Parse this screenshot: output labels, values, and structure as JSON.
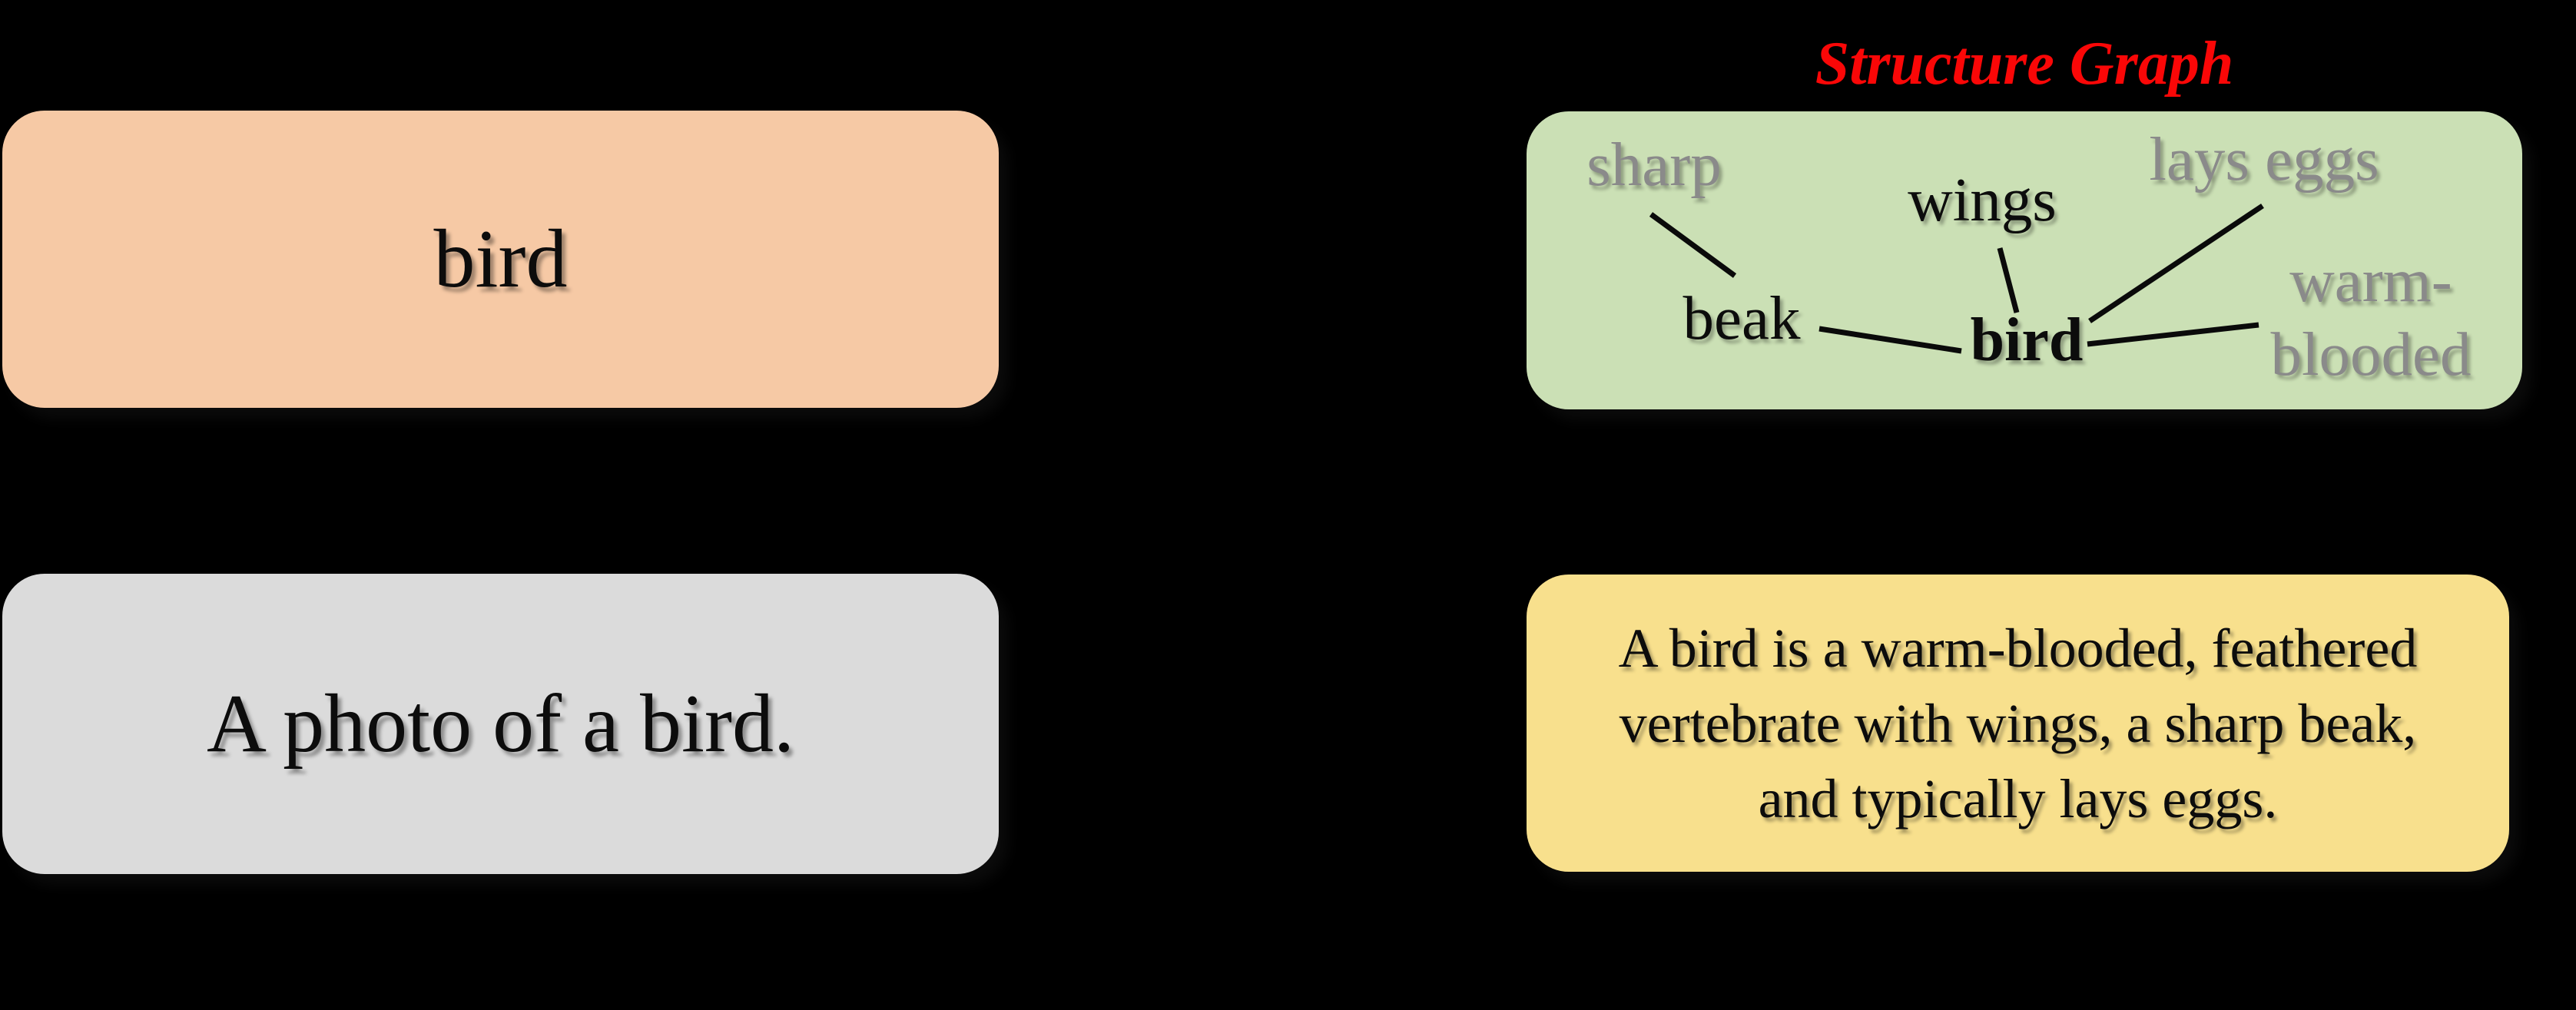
{
  "figure": {
    "background_color": "#000000"
  },
  "class_box": {
    "label": "bird",
    "bg_color": "#F6C9A5"
  },
  "prompt_box": {
    "label": "A photo of a bird.",
    "bg_color": "#DBDBDB"
  },
  "description_box": {
    "text": "A bird is a warm-blooded, feathered\nvertebrate with wings, a sharp beak,\nand typically lays eggs.",
    "bg_color": "#F8E08D"
  },
  "structure_graph": {
    "title": "Structure Graph",
    "title_color": "#FA0707",
    "panel_bg_color": "#CBE0B5",
    "muted_text_color": "#8A8A8A",
    "nodes": [
      {
        "label": "sharp",
        "muted": true,
        "role": "attribute"
      },
      {
        "label": "wings",
        "muted": false,
        "role": "part"
      },
      {
        "label": "lays eggs",
        "muted": true,
        "role": "attribute"
      },
      {
        "label": "beak",
        "muted": false,
        "role": "part"
      },
      {
        "label": "bird",
        "muted": false,
        "role": "center"
      },
      {
        "label": "warm-\nblooded",
        "muted": true,
        "role": "attribute"
      }
    ],
    "edges": [
      {
        "from": "sharp",
        "to": "beak"
      },
      {
        "from": "beak",
        "to": "bird"
      },
      {
        "from": "wings",
        "to": "bird"
      },
      {
        "from": "lays eggs",
        "to": "bird"
      },
      {
        "from": "bird",
        "to": "warm-blooded"
      }
    ]
  }
}
